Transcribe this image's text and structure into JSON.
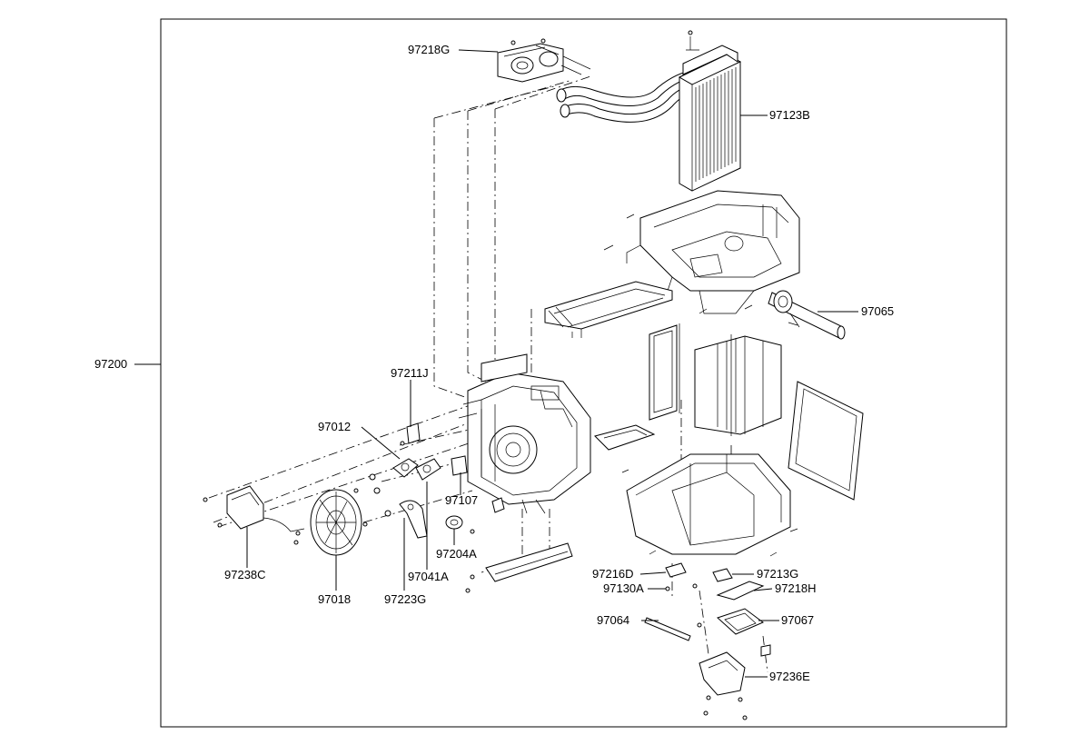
{
  "diagram": {
    "assembly_label": "97200",
    "parts": [
      "97218G",
      "97123B",
      "97065",
      "97211J",
      "97012",
      "97107",
      "97238C",
      "97018",
      "97223G",
      "97041A",
      "97204A",
      "97216D",
      "97130A",
      "97213G",
      "97218H",
      "97064",
      "97067",
      "97236E"
    ]
  }
}
